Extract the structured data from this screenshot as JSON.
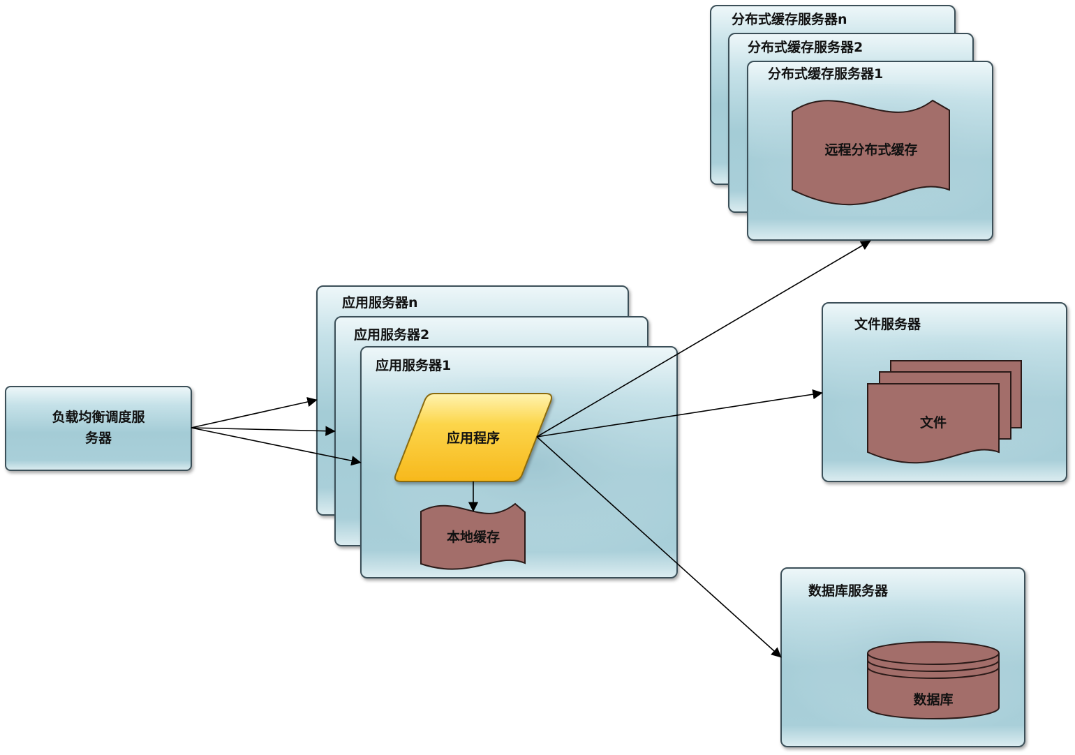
{
  "load_balancer": {
    "label_line1": "负载均衡调度服",
    "label_line2": "务器"
  },
  "app_servers": {
    "titles": [
      "应用服务器n",
      "应用服务器2",
      "应用服务器1"
    ],
    "application": "应用程序",
    "local_cache": "本地缓存"
  },
  "cache_servers": {
    "titles": [
      "分布式缓存服务器n",
      "分布式缓存服务器2",
      "分布式缓存服务器1"
    ],
    "remote_cache": "远程分布式缓存"
  },
  "file_server": {
    "title": "文件服务器",
    "files": "文件"
  },
  "db_server": {
    "title": "数据库服务器",
    "database": "数据库"
  },
  "colors": {
    "panel_fill": "#b9d9e1",
    "panel_border": "#3a4f58",
    "storage_fill": "#a36e6a",
    "process_fill": "#fccc3b",
    "arrow": "#000000"
  }
}
